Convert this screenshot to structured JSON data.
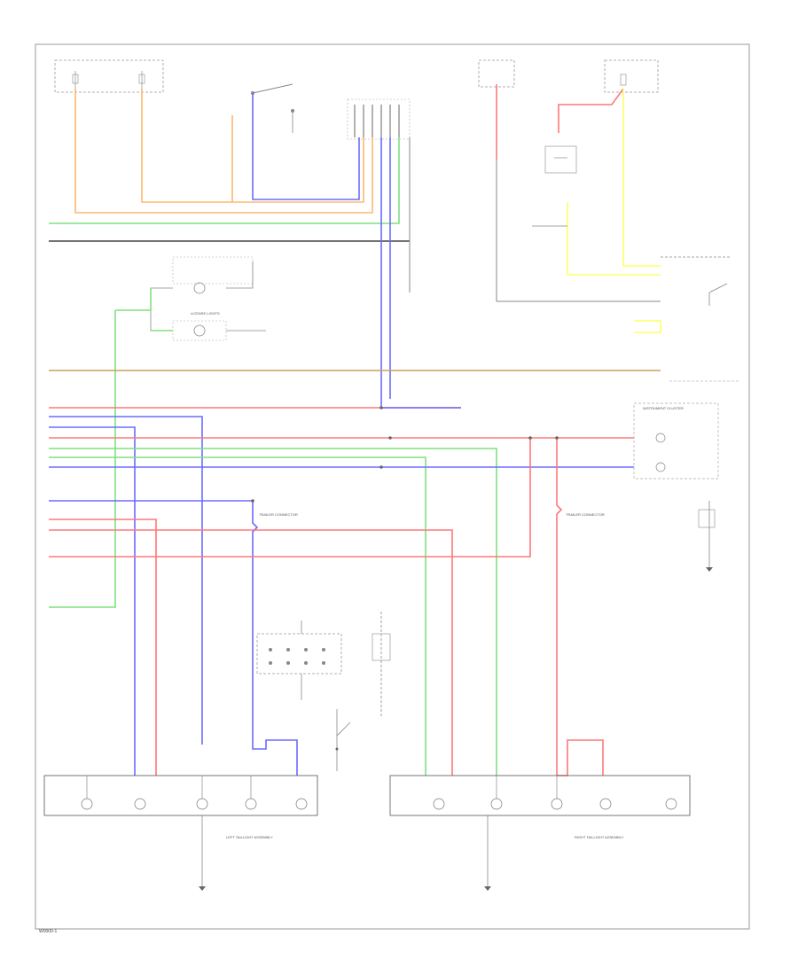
{
  "page": {
    "footer_code": "W0000-1"
  },
  "wire_colors": {
    "orange": "#ffb870",
    "blue": "#6b6bff",
    "green": "#7fe07f",
    "red": "#ff7878",
    "yellow": "#ffff66",
    "gray": "#888888",
    "brown": "#c8a060",
    "black": "#444444"
  },
  "components": {
    "left_tail_light_assembly": "LEFT TAILLIGHT ASSEMBLY",
    "right_tail_light_assembly": "RIGHT TAILLIGHT ASSEMBLY",
    "instrument_cluster": "INSTRUMENT CLUSTER",
    "license_lights": "LICENSE LIGHTS",
    "trailer_connector_left": "TRAILER CONNECTOR",
    "trailer_connector_right": "TRAILER CONNECTOR"
  }
}
